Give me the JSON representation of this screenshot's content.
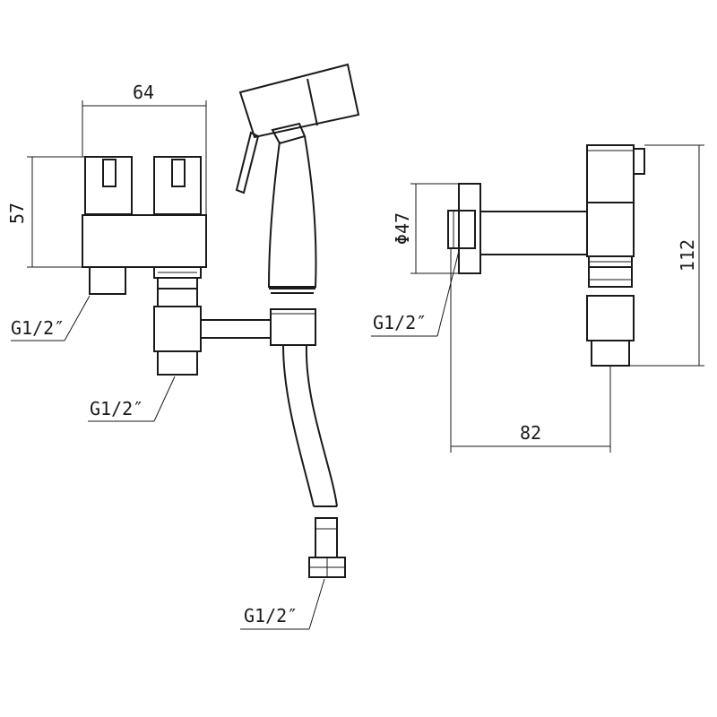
{
  "diagram": {
    "type": "technical-drawing",
    "dimensions": {
      "width_top": "64",
      "height_left": "57",
      "diameter": "Φ47",
      "height_right": "112",
      "depth_bottom": "82"
    },
    "thread_labels": {
      "left_top": "G1/2″",
      "left_bottom": "G1/2″",
      "hose_end": "G1/2″",
      "right_side": "G1/2″"
    }
  }
}
